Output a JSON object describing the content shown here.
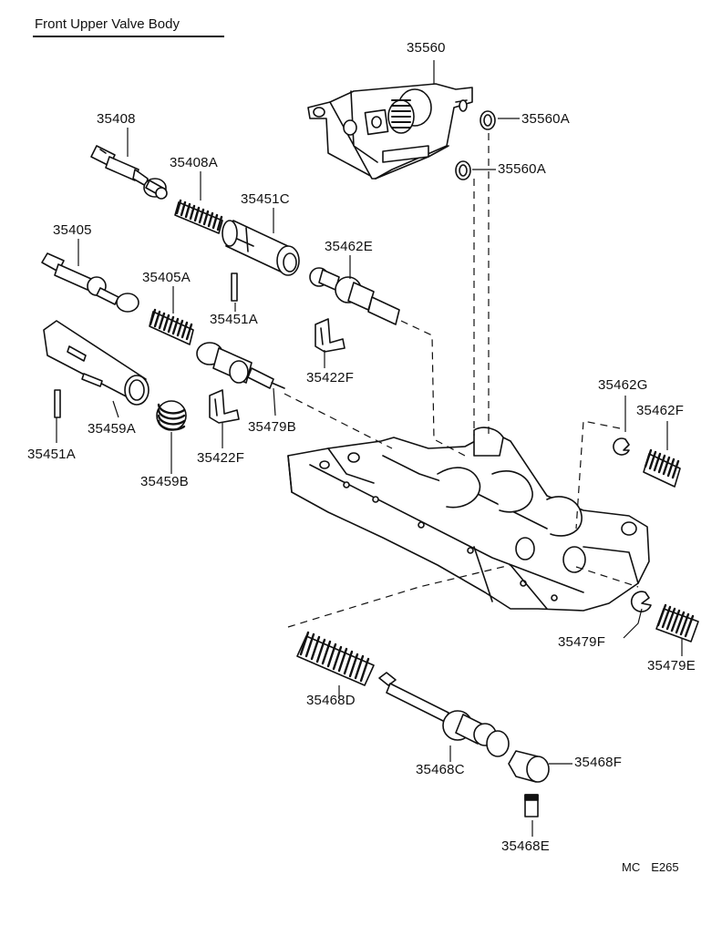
{
  "title": "Front Upper Valve Body",
  "footer": {
    "left": "MC",
    "right": "E265"
  },
  "parts": {
    "p35560": "35560",
    "p35560A_1": "35560A",
    "p35560A_2": "35560A",
    "p35408": "35408",
    "p35408A": "35408A",
    "p35451C": "35451C",
    "p35405": "35405",
    "p35405A": "35405A",
    "p35462E": "35462E",
    "p35451A_1": "35451A",
    "p35422F_1": "35422F",
    "p35459A": "35459A",
    "p35451A_2": "35451A",
    "p35479B": "35479B",
    "p35422F_2": "35422F",
    "p35459B": "35459B",
    "p35462G": "35462G",
    "p35462F": "35462F",
    "p35479F": "35479F",
    "p35479E": "35479E",
    "p35468D": "35468D",
    "p35468C": "35468C",
    "p35468F": "35468F",
    "p35468E": "35468E"
  }
}
